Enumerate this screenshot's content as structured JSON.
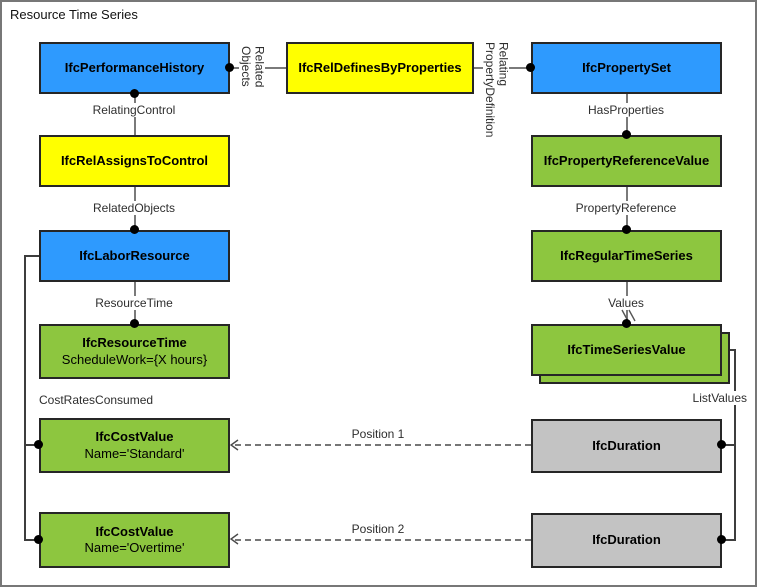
{
  "title": "Resource Time Series",
  "colors": {
    "blue": "#2E9AFE",
    "yellow": "#FFFF00",
    "green": "#8DC63F",
    "gray": "#C3C3C3"
  },
  "nodes": {
    "performance_history": {
      "title": "IfcPerformanceHistory",
      "color": "blue"
    },
    "rel_defines_by_properties": {
      "title": "IfcRelDefinesByProperties",
      "color": "yellow"
    },
    "property_set": {
      "title": "IfcPropertySet",
      "color": "blue"
    },
    "rel_assigns_to_control": {
      "title": "IfcRelAssignsToControl",
      "color": "yellow"
    },
    "property_reference_value": {
      "title": "IfcPropertyReferenceValue",
      "color": "green"
    },
    "labor_resource": {
      "title": "IfcLaborResource",
      "color": "blue"
    },
    "regular_time_series": {
      "title": "IfcRegularTimeSeries",
      "color": "green"
    },
    "resource_time": {
      "title": "IfcResourceTime",
      "subtitle": "ScheduleWork={X hours}",
      "color": "green"
    },
    "time_series_value": {
      "title": "IfcTimeSeriesValue",
      "color": "green"
    },
    "cost_value_standard": {
      "title": "IfcCostValue",
      "subtitle": "Name='Standard'",
      "color": "green"
    },
    "duration_1": {
      "title": "IfcDuration",
      "color": "gray"
    },
    "cost_value_overtime": {
      "title": "IfcCostValue",
      "subtitle": "Name='Overtime'",
      "color": "green"
    },
    "duration_2": {
      "title": "IfcDuration",
      "color": "gray"
    }
  },
  "labels": {
    "related_objects_lines": [
      "Related",
      "Objects"
    ],
    "relating_property_definition_lines": [
      "Relating",
      "PropertyDefinition"
    ],
    "relating_control": "RelatingControl",
    "has_properties": "HasProperties",
    "related_objects": "RelatedObjects",
    "property_reference": "PropertyReference",
    "resource_time": "ResourceTime",
    "values": "Values",
    "cost_rates_consumed": "CostRatesConsumed",
    "list_values": "ListValues",
    "position_1": "Position 1",
    "position_2": "Position 2"
  }
}
